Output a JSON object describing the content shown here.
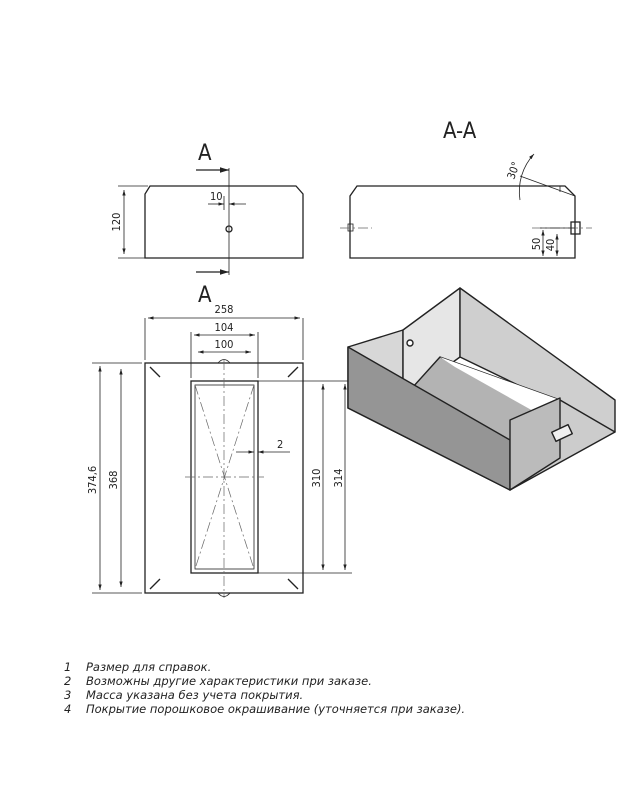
{
  "drawing": {
    "section_mark_top": "A",
    "section_mark_bottom": "A",
    "section_title": "A-A",
    "dims": {
      "width_10": "10",
      "height_120": "120",
      "angle_30": "30°",
      "h50": "50",
      "h40": "40",
      "w258": "258",
      "w104": "104",
      "w100": "100",
      "t2": "2",
      "l3746": "374,6",
      "l368": "368",
      "l310": "310",
      "l314": "314"
    }
  },
  "notes": [
    {
      "num": "1",
      "text": "Размер для справок."
    },
    {
      "num": "2",
      "text": "Возможны другие характеристики при заказе."
    },
    {
      "num": "3",
      "text": "Масса указана без учета покрытия."
    },
    {
      "num": "4",
      "text": "Покрытие порошковое окрашивание (уточняется при заказе)."
    }
  ]
}
